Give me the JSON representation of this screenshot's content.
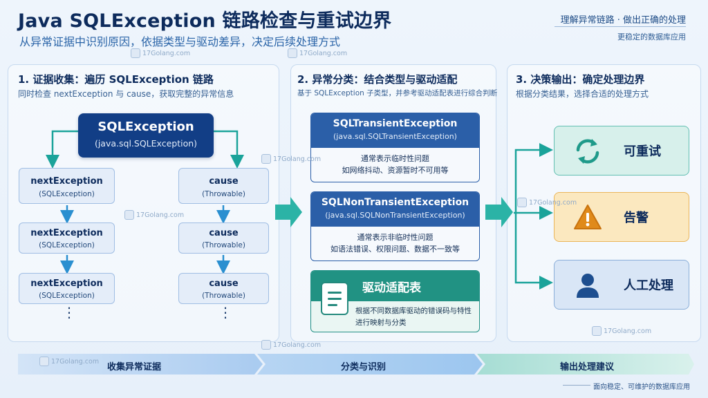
{
  "header": {
    "title": "Java SQLException 链路检查与重试边界",
    "subtitle": "从异常证据中识别原因，依据类型与驱动差异，决定后续处理方式",
    "tagline": "理解异常链路 · 做出正确的处理",
    "tagline_sub": "更稳定的数据库应用"
  },
  "watermark": "17Golang.com",
  "panel1": {
    "heading": "1. 证据收集：遍历 SQLException 链路",
    "desc": "同时检查 nextException 与 cause，获取完整的异常信息",
    "root": {
      "name": "SQLException",
      "type": "(java.sql.SQLException)"
    },
    "left_chain": [
      {
        "name": "nextException",
        "type": "(SQLException)"
      },
      {
        "name": "nextException",
        "type": "(SQLException)"
      },
      {
        "name": "nextException",
        "type": "(SQLException)"
      }
    ],
    "right_chain": [
      {
        "name": "cause",
        "type": "(Throwable)"
      },
      {
        "name": "cause",
        "type": "(Throwable)"
      },
      {
        "name": "cause",
        "type": "(Throwable)"
      }
    ],
    "ellipsis": "⋮"
  },
  "panel2": {
    "heading": "2. 异常分类：结合类型与驱动适配",
    "desc": "基于 SQLException 子类型，并参考驱动适配表进行综合判断",
    "transient": {
      "name": "SQLTransientException",
      "type": "(java.sql.SQLTransientException)",
      "line1": "通常表示临时性问题",
      "line2": "如网络抖动、资源暂时不可用等"
    },
    "non_transient": {
      "name": "SQLNonTransientException",
      "type": "(java.sql.SQLNonTransientException)",
      "line1": "通常表示非临时性问题",
      "line2": "如语法错误、权限问题、数据不一致等"
    },
    "driver": {
      "name": "驱动适配表",
      "line1": "根据不同数据库驱动的错误码与特性",
      "line2": "进行映射与分类",
      "icon": "document-icon"
    }
  },
  "panel3": {
    "heading": "3. 决策输出：确定处理边界",
    "desc": "根据分类结果，选择合适的处理方式",
    "results": [
      {
        "label": "可重试",
        "icon": "retry-icon",
        "color": "#1f9a8a"
      },
      {
        "label": "告警",
        "icon": "warning-icon",
        "color": "#e08a1a"
      },
      {
        "label": "人工处理",
        "icon": "person-icon",
        "color": "#1d4e8f"
      }
    ]
  },
  "process_bar": {
    "steps": [
      "收集异常证据",
      "分类与识别",
      "输出处理建议"
    ]
  },
  "footer": "面向稳定、可维护的数据库应用"
}
